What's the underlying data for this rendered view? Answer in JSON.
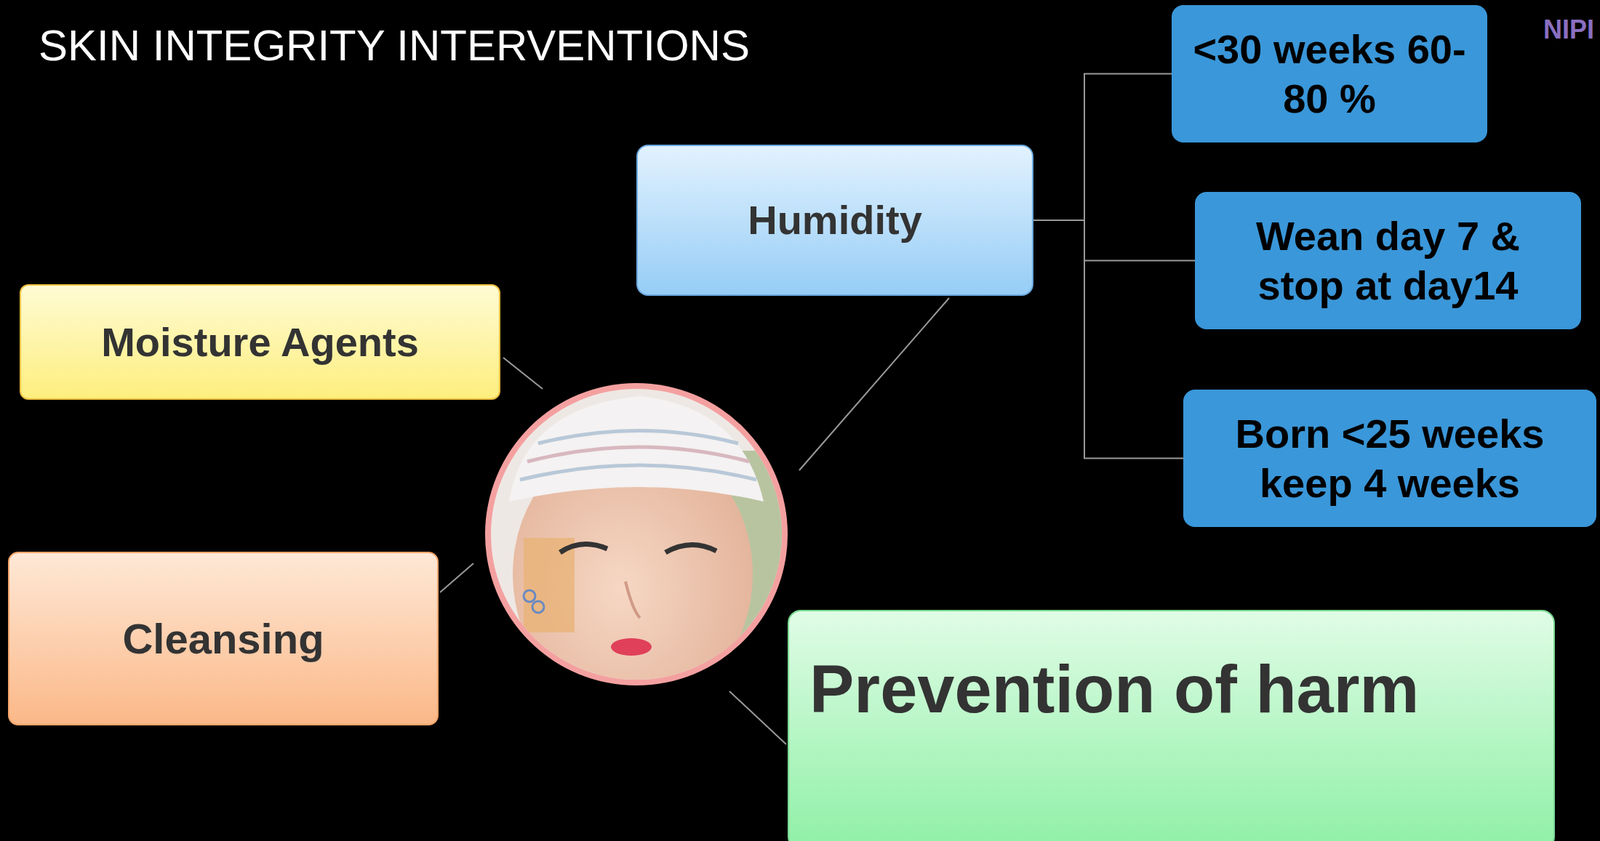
{
  "diagram": {
    "title": "SKIN INTEGRITY INTERVENTIONS",
    "nodes": [
      {
        "text": [
          "Humidity"
        ]
      },
      {
        "text": [
          "<30 weeks 60-80 %"
        ]
      },
      {
        "text": [
          "Wean day 7 & stop at day14"
        ]
      },
      {
        "text": [
          "Born <25 weeks keep 4 weeks"
        ]
      },
      {
        "text": [
          "Moisture Agents"
        ]
      },
      {
        "text": [
          "Cleansing"
        ]
      },
      {
        "text": [
          "Prevention of harm"
        ]
      }
    ],
    "edges": [
      {
        "from": 0,
        "to": 1,
        "arrow": "none"
      },
      {
        "from": 0,
        "to": 2,
        "arrow": "none"
      },
      {
        "from": 0,
        "to": 3,
        "arrow": "none"
      }
    ],
    "labels": [
      "NIPI"
    ]
  }
}
